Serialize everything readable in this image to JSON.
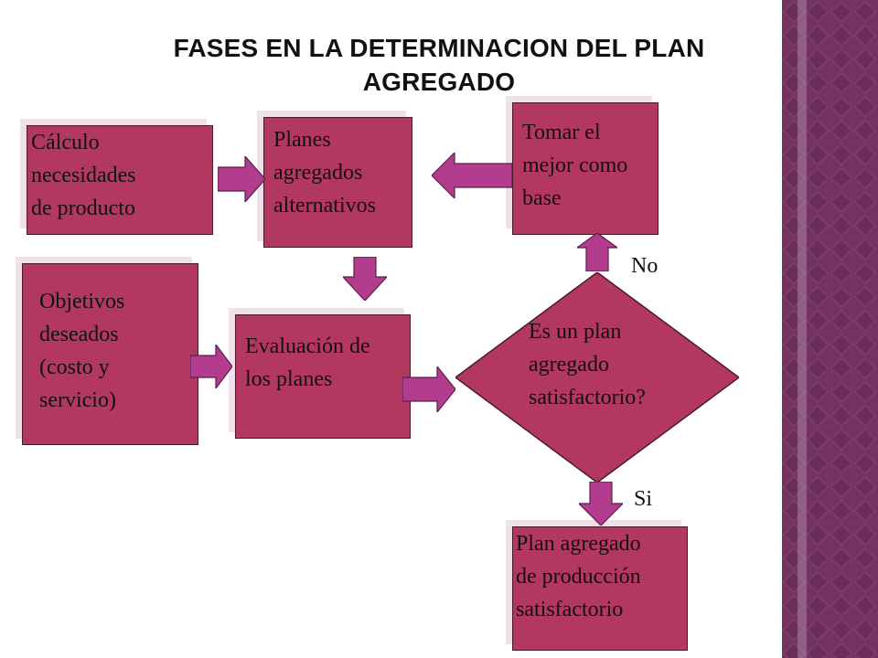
{
  "diagram": {
    "title": "FASES EN LA DETERMINACION DEL PLAN AGREGADO",
    "boxes": {
      "calculo": "Cálculo\nnecesidades\nde producto",
      "planes": "Planes\nagregados\nalternativos",
      "tomar": "Tomar el\nmejor como\nbase",
      "objetivos": "Objetivos\ndeseados\n(costo y\nservicio)",
      "evaluacion": "Evaluación de\nlos planes",
      "decision": "Es un plan\nagregado\nsatisfactorio?",
      "resultado": "Plan agregado\nde producción\nsatisfactorio"
    },
    "edge_labels": {
      "no": "No",
      "si": "Si"
    },
    "colors": {
      "box_fill": "#b2385f",
      "arrow_fill": "#b23d8f",
      "panel": "#733260"
    },
    "icons": {
      "decorative_panel": "diamond-pattern"
    }
  }
}
